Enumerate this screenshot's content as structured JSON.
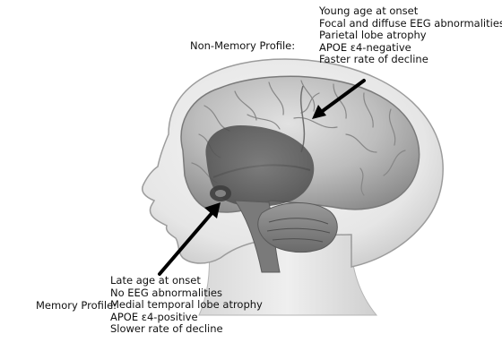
{
  "profiles": {
    "non_memory": {
      "label": "Non-Memory Profile:",
      "traits": [
        "Young age at onset",
        "Focal and diffuse EEG abnormalities",
        "Parietal lobe atrophy",
        "APOE ε4-negative",
        "Faster rate of decline"
      ]
    },
    "memory": {
      "label": "Memory Profile:",
      "traits": [
        "Late age at onset",
        "No EEG abnormalities",
        "Medial temporal lobe atrophy",
        "APOE ε4-positive",
        "Slower rate of decline"
      ]
    }
  },
  "icons": {
    "head": "head-silhouette-icon",
    "brain": "brain-icon",
    "arrow": "arrow-icon"
  },
  "colors": {
    "arrow": "#000000",
    "text": "#111111"
  }
}
